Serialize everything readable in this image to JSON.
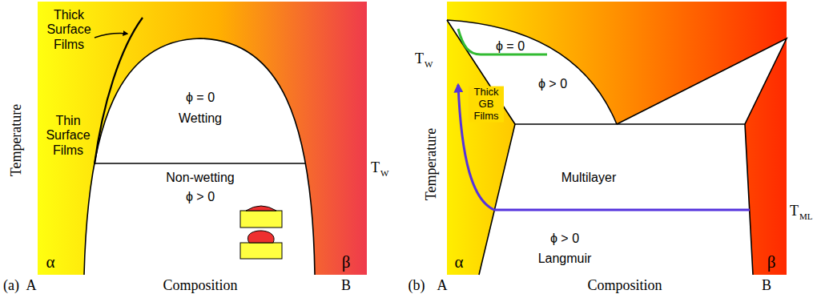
{
  "diagram": {
    "labels": [
      "Thick Surface Films",
      "Thin Surface Films",
      "ϕ = 0",
      "Wetting",
      "Non-wetting",
      "ϕ > 0",
      "T",
      "W",
      "α",
      "β",
      "(a)",
      "A",
      "Composition",
      "B",
      "Temperature",
      "T",
      "W",
      "ϕ = 0",
      "ϕ > 0",
      "Thick GB Films",
      "Temperature",
      "Multilayer",
      "T",
      "ML",
      "ϕ > 0",
      "Langmuir",
      "α",
      "β",
      "(b)",
      "A",
      "Composition",
      "B"
    ]
  }
}
